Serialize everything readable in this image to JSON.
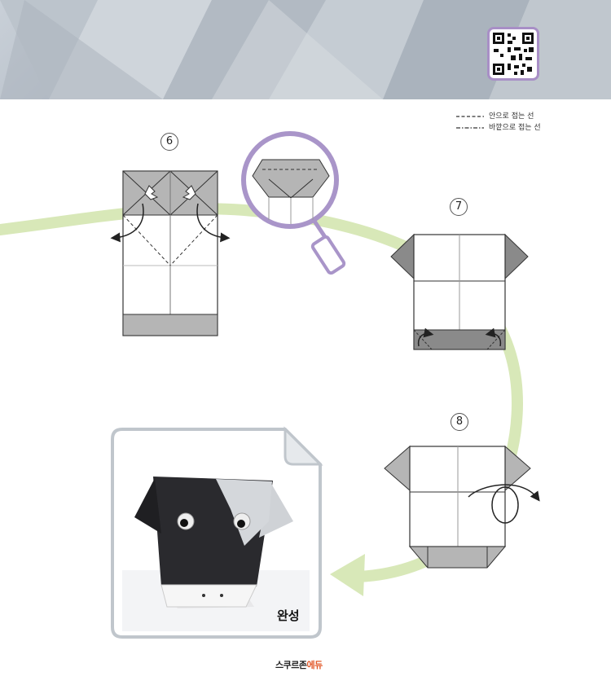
{
  "legend": {
    "valley_fold": "안으로 접는 선",
    "mountain_fold": "바깥으로 접는 선"
  },
  "steps": [
    {
      "number": "6"
    },
    {
      "number": "7"
    },
    {
      "number": "8"
    }
  ],
  "result_label": "완성",
  "brand": {
    "main": "스쿠르존",
    "accent": "에듀"
  },
  "colors": {
    "arrow_green": "#d8e8b8",
    "magnifier_purple": "#a995c9",
    "fold_gray": "#b5b5b5",
    "dark_gray": "#8a8a8a",
    "paper_black": "#2a2a2e"
  }
}
